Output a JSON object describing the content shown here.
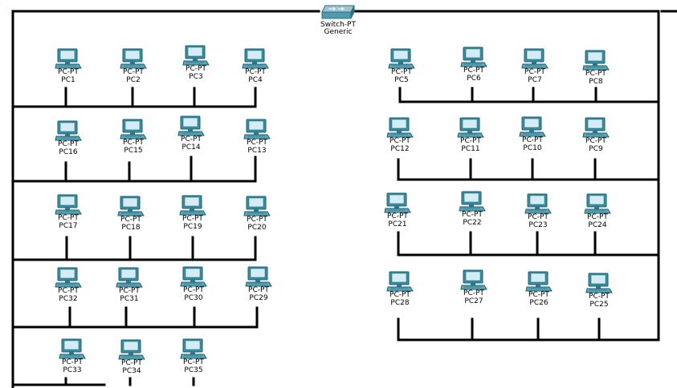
{
  "switch": {
    "type_label": "Switch-PT",
    "model_label": "Generic",
    "icon": "switch-icon"
  },
  "pcs": [
    {
      "type": "PC-PT",
      "name": "PC1"
    },
    {
      "type": "PC-PT",
      "name": "PC2"
    },
    {
      "type": "PC-PT",
      "name": "PC3"
    },
    {
      "type": "PC-PT",
      "name": "PC4"
    },
    {
      "type": "PC-PT",
      "name": "PC5"
    },
    {
      "type": "PC-PT",
      "name": "PC6"
    },
    {
      "type": "PC-PT",
      "name": "PC7"
    },
    {
      "type": "PC-PT",
      "name": "PC8"
    },
    {
      "type": "PC-PT",
      "name": "PC16"
    },
    {
      "type": "PC-PT",
      "name": "PC15"
    },
    {
      "type": "PC-PT",
      "name": "PC14"
    },
    {
      "type": "PC-PT",
      "name": "PC13"
    },
    {
      "type": "PC-PT",
      "name": "PC12"
    },
    {
      "type": "PC-PT",
      "name": "PC11"
    },
    {
      "type": "PC-PT",
      "name": "PC10"
    },
    {
      "type": "PC-PT",
      "name": "PC9"
    },
    {
      "type": "PC-PT",
      "name": "PC17"
    },
    {
      "type": "PC-PT",
      "name": "PC18"
    },
    {
      "type": "PC-PT",
      "name": "PC19"
    },
    {
      "type": "PC-PT",
      "name": "PC20"
    },
    {
      "type": "PC-PT",
      "name": "PC21"
    },
    {
      "type": "PC-PT",
      "name": "PC22"
    },
    {
      "type": "PC-PT",
      "name": "PC23"
    },
    {
      "type": "PC-PT",
      "name": "PC24"
    },
    {
      "type": "PC-PT",
      "name": "PC32"
    },
    {
      "type": "PC-PT",
      "name": "PC31"
    },
    {
      "type": "PC-PT",
      "name": "PC30"
    },
    {
      "type": "PC-PT",
      "name": "PC29"
    },
    {
      "type": "PC-PT",
      "name": "PC28"
    },
    {
      "type": "PC-PT",
      "name": "PC27"
    },
    {
      "type": "PC-PT",
      "name": "PC26"
    },
    {
      "type": "PC-PT",
      "name": "PC25"
    },
    {
      "type": "PC-PT",
      "name": "PC33"
    },
    {
      "type": "PC-PT",
      "name": "PC34"
    },
    {
      "type": "PC-PT",
      "name": "PC35"
    }
  ],
  "colors": {
    "wire": "#000000",
    "device": "#3a8fa3",
    "background": "#ffffff"
  }
}
